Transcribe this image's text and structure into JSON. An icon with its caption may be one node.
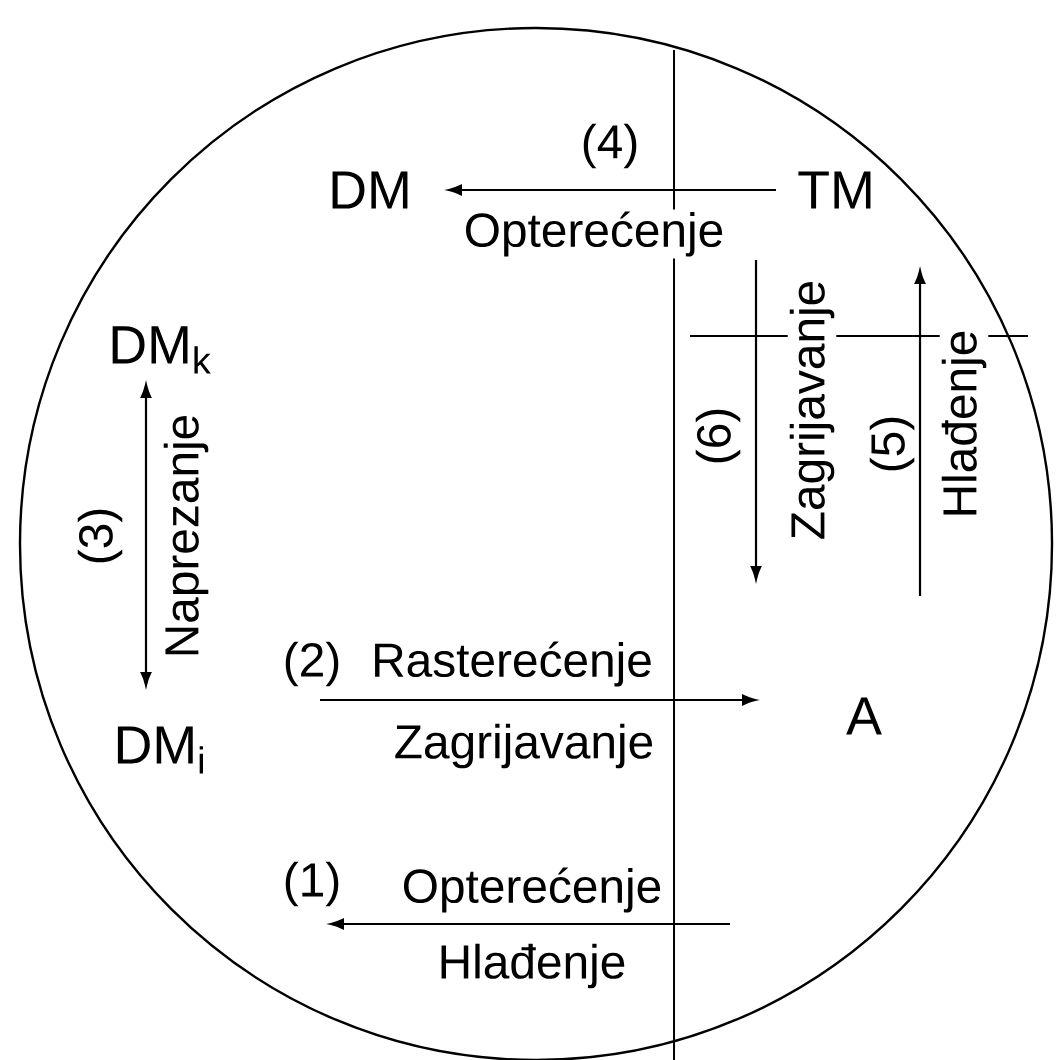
{
  "diagram": {
    "nodes": [
      {
        "text": [
          "DM"
        ]
      },
      {
        "text": [
          "TM"
        ]
      },
      {
        "text": [
          "DM$_{k}$"
        ]
      },
      {
        "text": [
          "DM$_{i}$"
        ]
      },
      {
        "text": [
          "A"
        ]
      }
    ],
    "edges": [
      {
        "from": 1,
        "to": 0,
        "arrow": "to",
        "label": "(4)"
      },
      {
        "from": 2,
        "to": 3,
        "arrow": "both",
        "label": "(3)"
      },
      {
        "from": 1,
        "to": null,
        "arrow": "to",
        "label": "(6)"
      },
      {
        "from": 4,
        "to": 1,
        "arrow": "to",
        "label": "(5)"
      },
      {
        "from": null,
        "to": 4,
        "arrow": "to",
        "label": "(2)"
      }
    ],
    "labels": [
      "Opterećenje",
      "Naprezanje",
      "Zagrijavanje",
      "Hlađenje",
      "Rasterećenje",
      "Zagrijavanje",
      "(1)",
      "Opterećenje",
      "Hlađenje"
    ]
  }
}
